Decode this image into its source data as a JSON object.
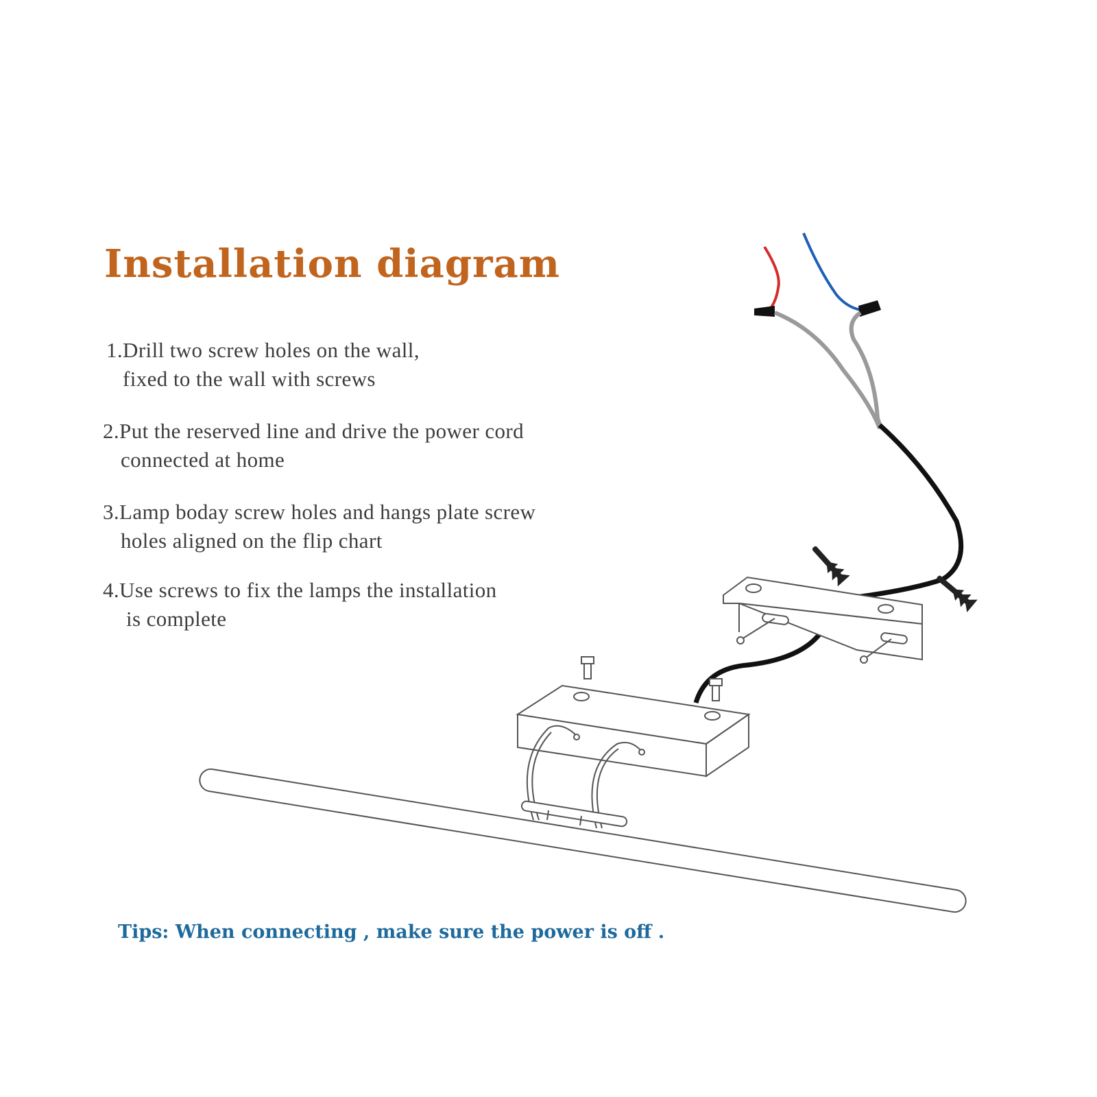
{
  "title": "Installation diagram",
  "steps": [
    {
      "line1": "1.Drill two screw holes on the wall,",
      "line2": "fixed to the wall with screws"
    },
    {
      "line1": "2.Put the reserved line and drive the power cord",
      "line2": "connected at home"
    },
    {
      "line1": "3.Lamp boday screw holes and hangs plate screw",
      "line2": "holes aligned on the flip chart"
    },
    {
      "line1": "4.Use screws to fix the lamps the installation",
      "line2": "is complete"
    }
  ],
  "tips": "Tips: When connecting , make sure the power is off .",
  "colors": {
    "title": "#c0641e",
    "tips": "#1f6a9c",
    "step_text": "#3c3c3c",
    "wire_red": "#d62b2b",
    "wire_blue": "#1f5fb5",
    "wire_gray": "#9a9a9a",
    "cord_black": "#111111",
    "outline": "#555555"
  },
  "icons": [
    "wire-connector-icon",
    "wall-anchor-icon",
    "screw-icon",
    "mounting-plate",
    "lamp-bar",
    "junction-box"
  ]
}
